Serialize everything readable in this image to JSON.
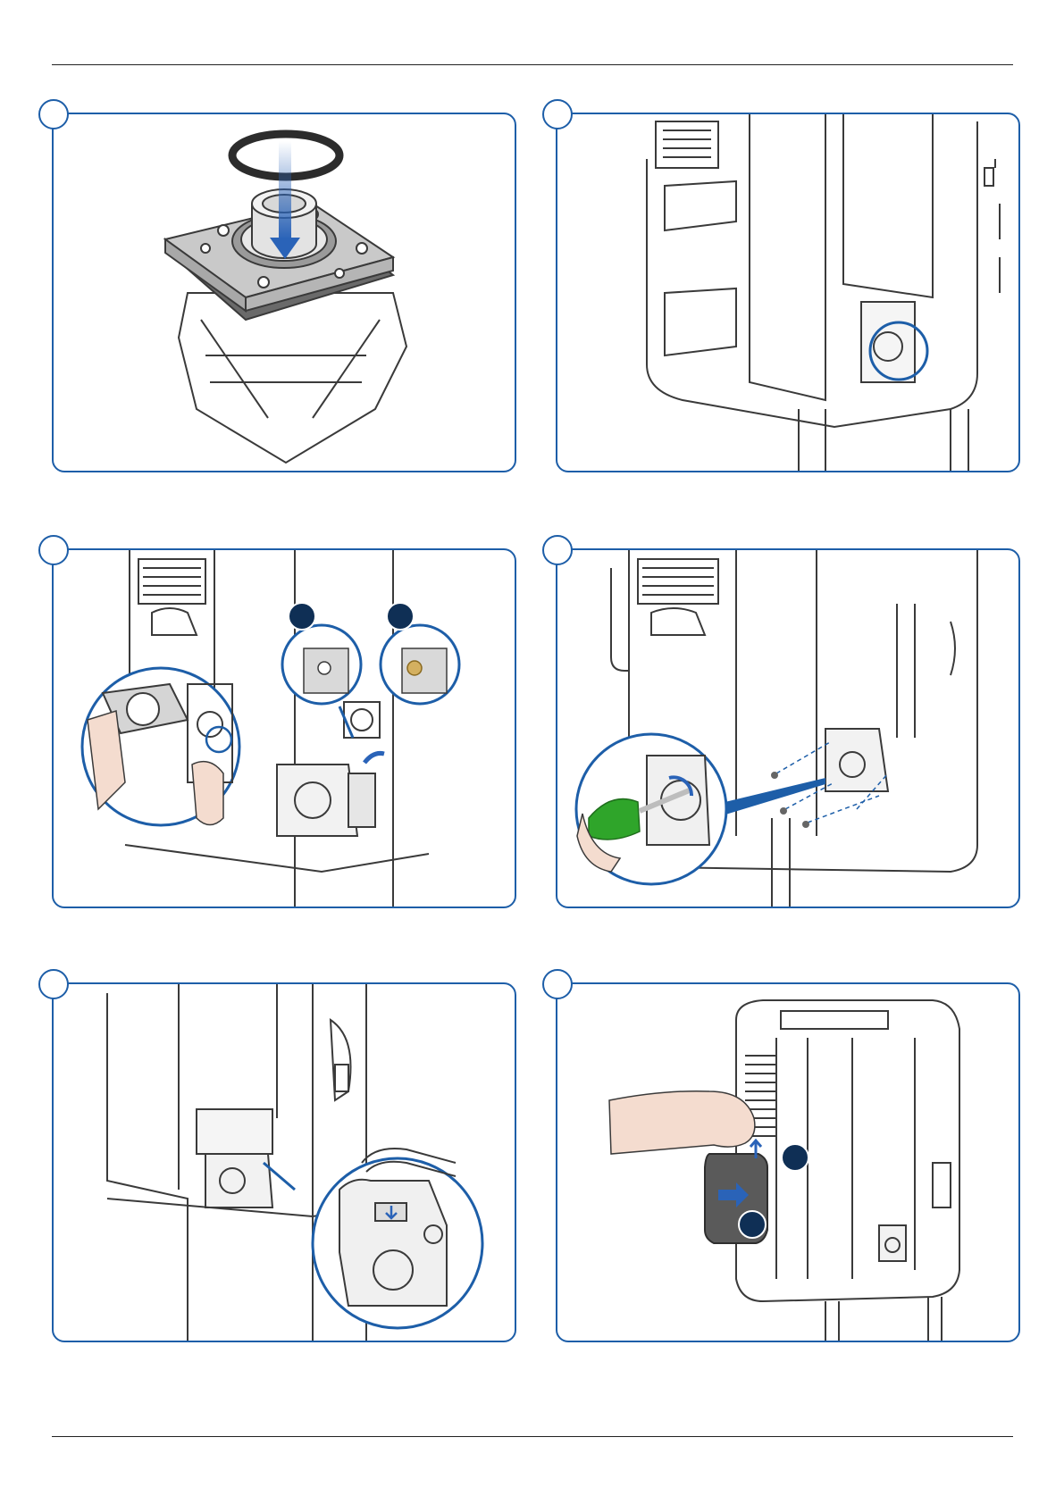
{
  "document": {
    "colors": {
      "frame": "#1d5ea8",
      "callout": "#0f2f55",
      "arrow": "#2a63b8",
      "screwdriver": "#2fa52a",
      "skin": "#f4dccf",
      "line_art": "#3a3a3a",
      "cover": "#5a5a5a"
    },
    "panels": [
      {
        "id": 1,
        "icon": "seal-ring-insert-illustration"
      },
      {
        "id": 2,
        "icon": "charger-housing-illustration"
      },
      {
        "id": 3,
        "icon": "connector-alignment-illustration"
      },
      {
        "id": 4,
        "icon": "screwdriver-fastening-illustration"
      },
      {
        "id": 5,
        "icon": "cable-plug-illustration"
      },
      {
        "id": 6,
        "icon": "cover-mounting-illustration"
      }
    ]
  }
}
